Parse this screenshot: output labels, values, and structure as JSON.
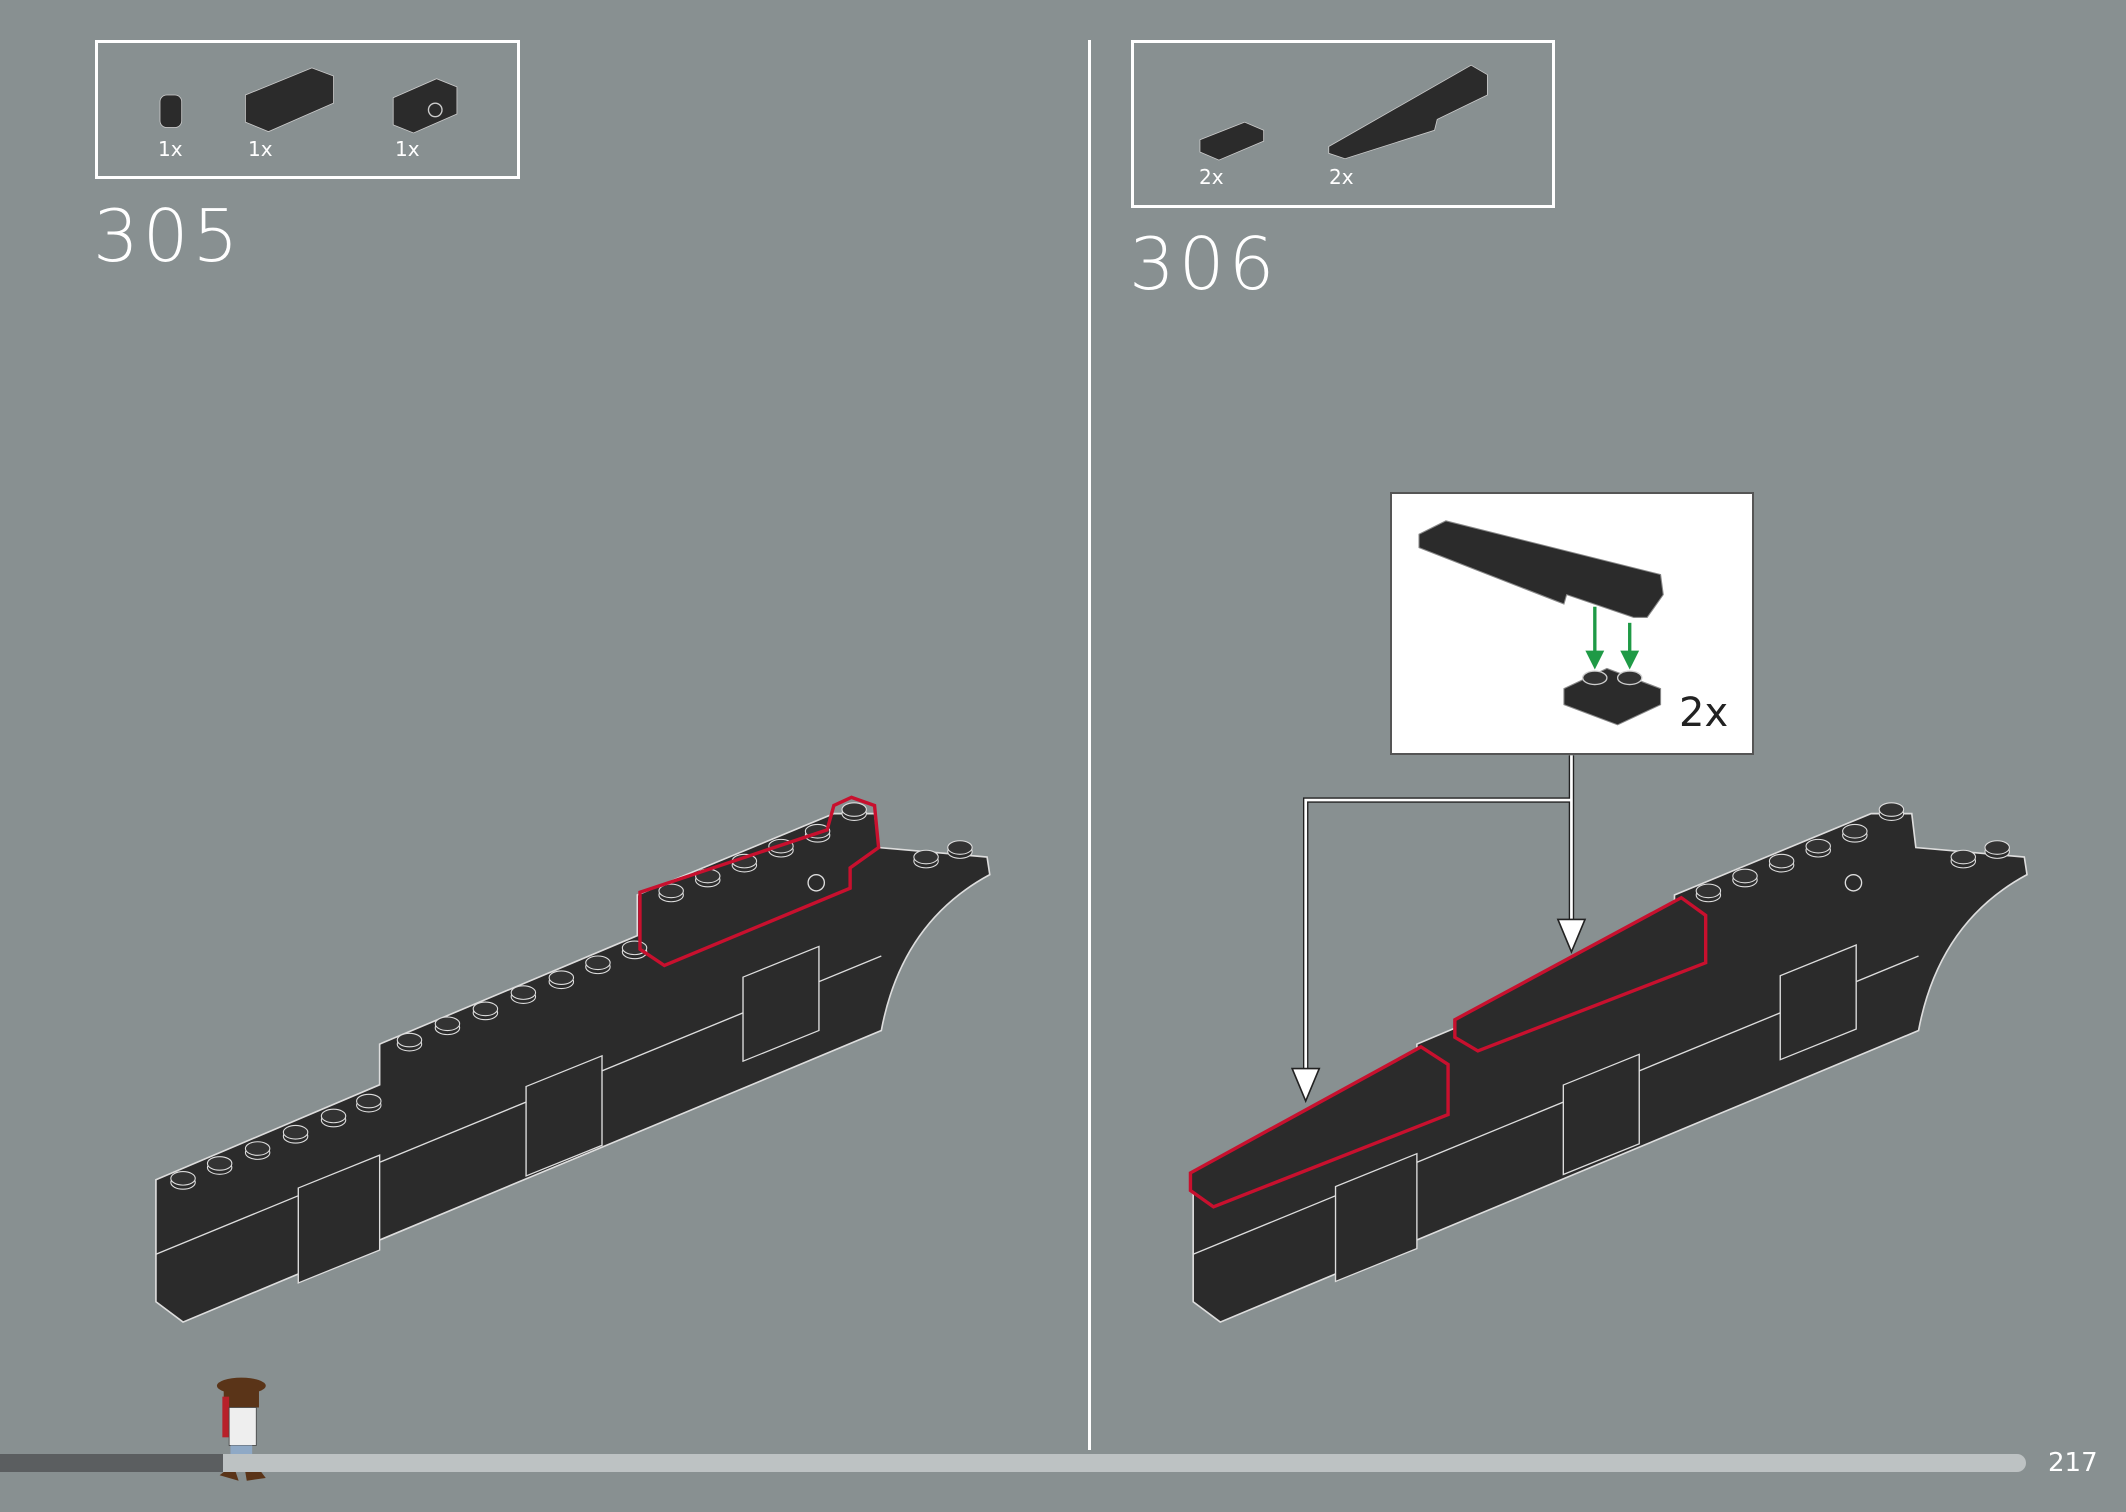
{
  "steps": [
    {
      "number": "305",
      "parts": [
        {
          "name": "round-brick-1x1",
          "qty": "1x"
        },
        {
          "name": "brick-1x3",
          "qty": "1x"
        },
        {
          "name": "brick-1x2-with-hole",
          "qty": "1x"
        }
      ]
    },
    {
      "number": "306",
      "parts": [
        {
          "name": "plate-1x2",
          "qty": "2x"
        },
        {
          "name": "slope-wedge",
          "qty": "2x"
        }
      ]
    }
  ],
  "callout": {
    "qty": "2x"
  },
  "footer": {
    "page_number": "217",
    "progress": 0.11
  },
  "colors": {
    "background": "#889091",
    "brick": "#2b2b2b",
    "highlight": "#c8102e",
    "arrow_green": "#1f9a46"
  }
}
